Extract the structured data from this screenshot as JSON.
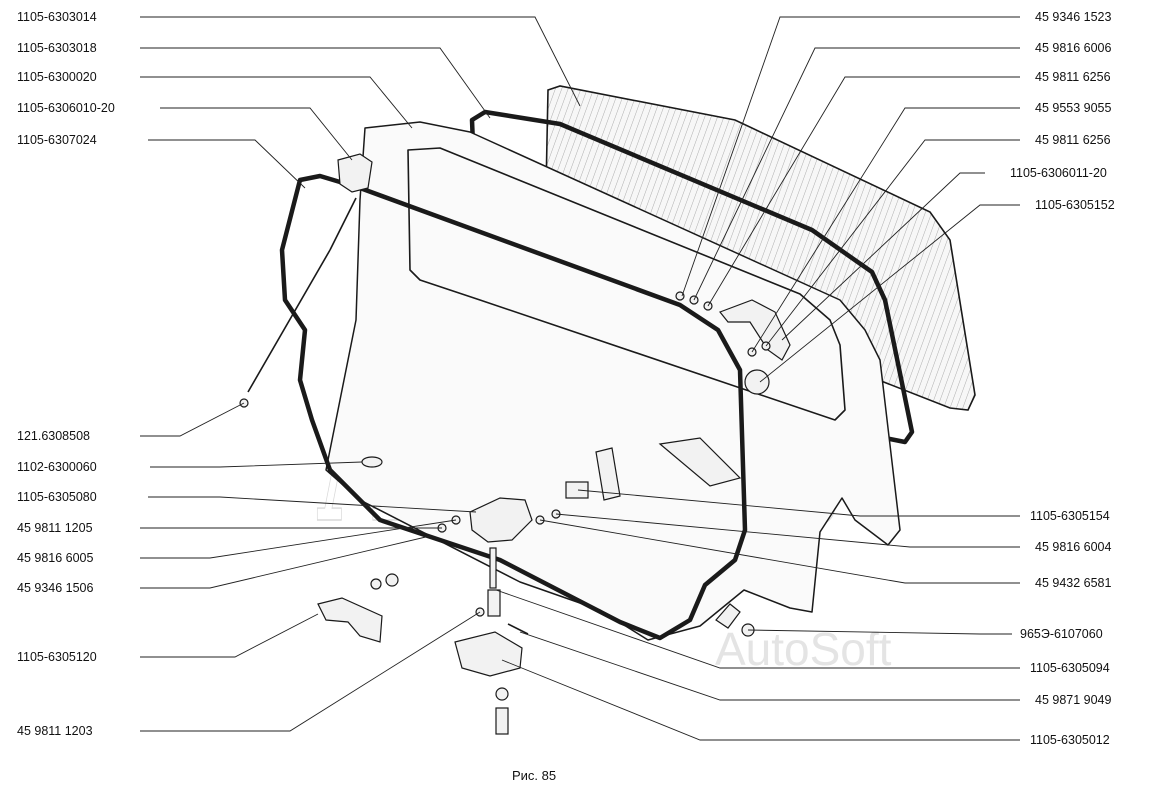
{
  "figure": {
    "caption": "Рис. 85",
    "watermark_main": "AutoSoft",
    "watermark_small": "AutoSoft"
  },
  "left_labels": [
    "1105-6303014",
    "1105-6303018",
    "1105-6300020",
    "1105-6306010-20",
    "1105-6307024",
    "121.6308508",
    "1102-6300060",
    "1105-6305080",
    "45 9811 1205",
    "45 9816 6005",
    "45 9346 1506",
    "1105-6305120",
    "45 9811 1203"
  ],
  "right_labels": [
    "45 9346 1523",
    "45 9816 6006",
    "45 9811 6256",
    "45 9553 9055",
    "45 9811 6256",
    "1105-6306011-20",
    "1105-6305152",
    "1105-6305154",
    "45 9816 6004",
    "45 9432 6581",
    "965Э-6107060",
    "1105-6305094",
    "45 9871 9049",
    "1105-6305012"
  ]
}
